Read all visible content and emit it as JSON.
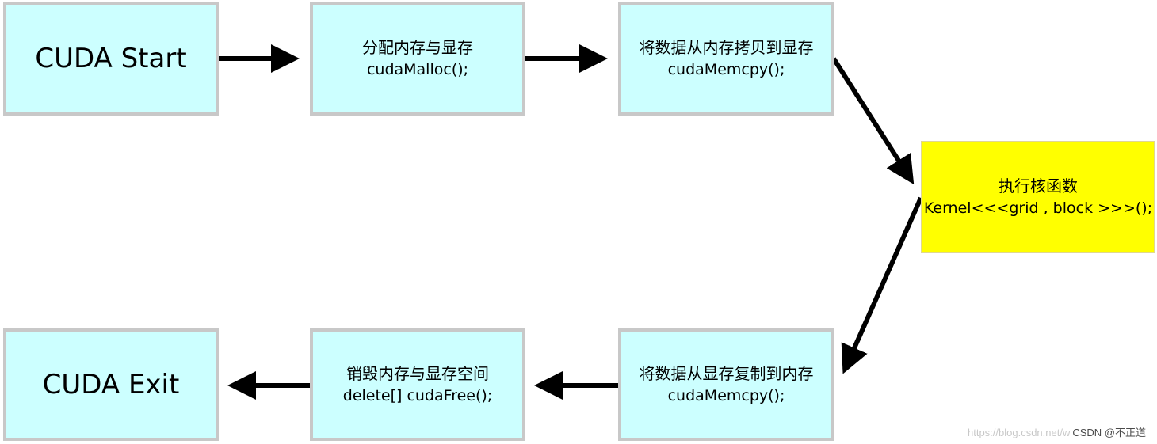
{
  "diagram": {
    "nodes": {
      "start": {
        "line1": "CUDA Start"
      },
      "malloc": {
        "line1": "分配内存与显存",
        "line2": "cudaMalloc();"
      },
      "copy_to_device": {
        "line1": "将数据从内存拷贝到显存",
        "line2": "cudaMemcpy();"
      },
      "kernel": {
        "line1": "执行核函数",
        "line2": "Kernel<<<grid , block >>>();"
      },
      "copy_to_host": {
        "line1": "将数据从显存复制到内存",
        "line2": "cudaMemcpy();"
      },
      "free": {
        "line1": "销毁内存与显存空间",
        "line2": "delete[] cudaFree();"
      },
      "exit": {
        "line1": "CUDA Exit"
      }
    },
    "edges": [
      [
        "start",
        "malloc"
      ],
      [
        "malloc",
        "copy_to_device"
      ],
      [
        "copy_to_device",
        "kernel"
      ],
      [
        "kernel",
        "copy_to_host"
      ],
      [
        "copy_to_host",
        "free"
      ],
      [
        "free",
        "exit"
      ]
    ]
  },
  "watermark": {
    "faded": "https://blog.csdn.net/w",
    "label": "CSDN @不正道"
  },
  "colors": {
    "process_box": "#ccffff",
    "kernel_box": "#ffff00",
    "border": "#c8c8c8",
    "arrow": "#000000"
  }
}
